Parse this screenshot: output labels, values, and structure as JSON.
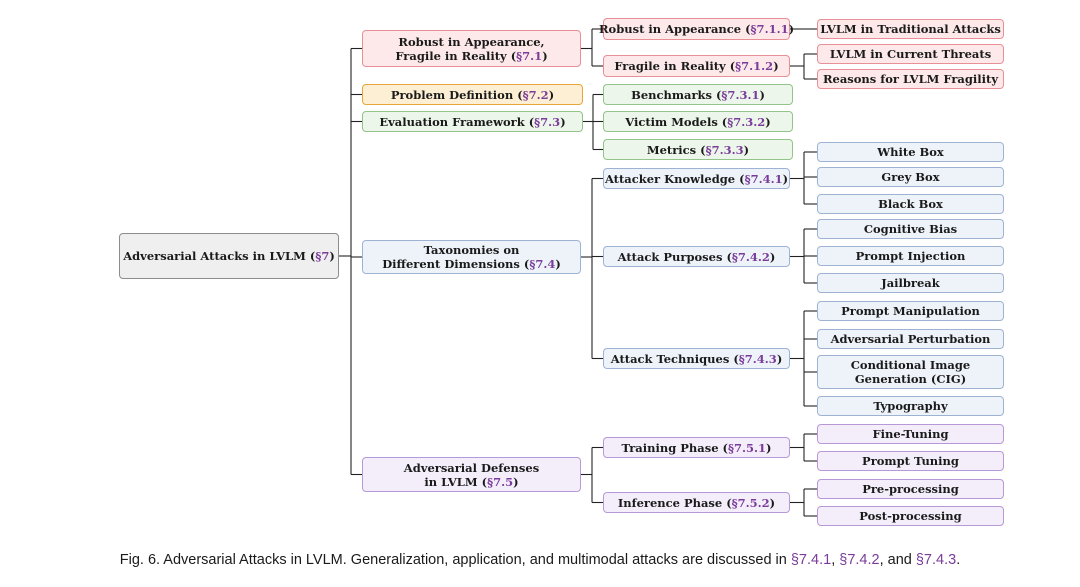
{
  "nodes": [
    {
      "id": "root",
      "parts": [
        [
          "Adversarial Attacks in LVLM (",
          ""
        ],
        [
          "§7",
          "ref"
        ],
        [
          ")",
          ""
        ]
      ],
      "color": "root"
    },
    {
      "id": "n71",
      "lines": [
        [
          [
            "Robust in Appearance,",
            ""
          ]
        ],
        [
          [
            "Fragile in Reality (",
            ""
          ],
          [
            "§7.1",
            "ref"
          ],
          [
            ")",
            ""
          ]
        ]
      ],
      "color": "red"
    },
    {
      "id": "n711",
      "parts": [
        [
          "Robust in Appearance (",
          ""
        ],
        [
          "§7.1.1",
          "ref"
        ],
        [
          ")",
          ""
        ]
      ],
      "color": "red"
    },
    {
      "id": "n711a",
      "parts": [
        [
          "LVLM in Traditional Attacks",
          ""
        ]
      ],
      "color": "red"
    },
    {
      "id": "n712",
      "parts": [
        [
          "Fragile in Reality (",
          ""
        ],
        [
          "§7.1.2",
          "ref"
        ],
        [
          ")",
          ""
        ]
      ],
      "color": "red"
    },
    {
      "id": "n712a",
      "parts": [
        [
          "LVLM in Current Threats",
          ""
        ]
      ],
      "color": "red"
    },
    {
      "id": "n712b",
      "parts": [
        [
          "Reasons for LVLM Fragility",
          ""
        ]
      ],
      "color": "red"
    },
    {
      "id": "n72",
      "parts": [
        [
          "Problem Definition (",
          ""
        ],
        [
          "§7.2",
          "ref"
        ],
        [
          ")",
          ""
        ]
      ],
      "color": "yellow"
    },
    {
      "id": "n73",
      "parts": [
        [
          "Evaluation Framework (",
          ""
        ],
        [
          "§7.3",
          "ref"
        ],
        [
          ")",
          ""
        ]
      ],
      "color": "green"
    },
    {
      "id": "n731",
      "parts": [
        [
          "Benchmarks (",
          ""
        ],
        [
          "§7.3.1",
          "ref"
        ],
        [
          ")",
          ""
        ]
      ],
      "color": "green"
    },
    {
      "id": "n732",
      "parts": [
        [
          "Victim Models (",
          ""
        ],
        [
          "§7.3.2",
          "ref"
        ],
        [
          ")",
          ""
        ]
      ],
      "color": "green"
    },
    {
      "id": "n733",
      "parts": [
        [
          "Metrics (",
          ""
        ],
        [
          "§7.3.3",
          "ref"
        ],
        [
          ")",
          ""
        ]
      ],
      "color": "green"
    },
    {
      "id": "n74",
      "lines": [
        [
          [
            "Taxonomies on",
            ""
          ]
        ],
        [
          [
            "Different Dimensions (",
            ""
          ],
          [
            "§7.4",
            "ref"
          ],
          [
            ")",
            ""
          ]
        ]
      ],
      "color": "blue"
    },
    {
      "id": "n741",
      "parts": [
        [
          "Attacker Knowledge (",
          ""
        ],
        [
          "§7.4.1",
          "ref"
        ],
        [
          ")",
          ""
        ]
      ],
      "color": "blue"
    },
    {
      "id": "n741a",
      "parts": [
        [
          "White Box",
          ""
        ]
      ],
      "color": "blue"
    },
    {
      "id": "n741b",
      "parts": [
        [
          "Grey Box",
          ""
        ]
      ],
      "color": "blue"
    },
    {
      "id": "n741c",
      "parts": [
        [
          "Black Box",
          ""
        ]
      ],
      "color": "blue"
    },
    {
      "id": "n742",
      "parts": [
        [
          "Attack Purposes (",
          ""
        ],
        [
          "§7.4.2",
          "ref"
        ],
        [
          ")",
          ""
        ]
      ],
      "color": "blue"
    },
    {
      "id": "n742a",
      "parts": [
        [
          "Cognitive Bias",
          ""
        ]
      ],
      "color": "blue"
    },
    {
      "id": "n742b",
      "parts": [
        [
          "Prompt Injection",
          ""
        ]
      ],
      "color": "blue"
    },
    {
      "id": "n742c",
      "parts": [
        [
          "Jailbreak",
          ""
        ]
      ],
      "color": "blue"
    },
    {
      "id": "n743",
      "parts": [
        [
          "Attack Techniques (",
          ""
        ],
        [
          "§7.4.3",
          "ref"
        ],
        [
          ")",
          ""
        ]
      ],
      "color": "blue"
    },
    {
      "id": "n743a",
      "parts": [
        [
          "Prompt Manipulation",
          ""
        ]
      ],
      "color": "blue"
    },
    {
      "id": "n743b",
      "parts": [
        [
          "Adversarial Perturbation",
          ""
        ]
      ],
      "color": "blue"
    },
    {
      "id": "n743c",
      "lines": [
        [
          [
            "Conditional Image",
            ""
          ]
        ],
        [
          [
            "Generation (CIG)",
            ""
          ]
        ]
      ],
      "color": "blue"
    },
    {
      "id": "n743d",
      "parts": [
        [
          "Typography",
          ""
        ]
      ],
      "color": "blue"
    },
    {
      "id": "n75",
      "lines": [
        [
          [
            "Adversarial Defenses",
            ""
          ]
        ],
        [
          [
            "in LVLM (",
            ""
          ],
          [
            "§7.5",
            "ref"
          ],
          [
            ")",
            ""
          ]
        ]
      ],
      "color": "purple"
    },
    {
      "id": "n751",
      "parts": [
        [
          "Training Phase (",
          ""
        ],
        [
          "§7.5.1",
          "ref"
        ],
        [
          ")",
          ""
        ]
      ],
      "color": "purple"
    },
    {
      "id": "n751a",
      "parts": [
        [
          "Fine-Tuning",
          ""
        ]
      ],
      "color": "purple"
    },
    {
      "id": "n751b",
      "parts": [
        [
          "Prompt Tuning",
          ""
        ]
      ],
      "color": "purple"
    },
    {
      "id": "n752",
      "parts": [
        [
          "Inference Phase (",
          ""
        ],
        [
          "§7.5.2",
          "ref"
        ],
        [
          ")",
          ""
        ]
      ],
      "color": "purple"
    },
    {
      "id": "n752a",
      "parts": [
        [
          "Pre-processing",
          ""
        ]
      ],
      "color": "purple"
    },
    {
      "id": "n752b",
      "parts": [
        [
          "Post-processing",
          ""
        ]
      ],
      "color": "purple"
    }
  ],
  "edges": [
    [
      "root",
      [
        "n71",
        "n72",
        "n73",
        "n74",
        "n75"
      ]
    ],
    [
      "n71",
      [
        "n711",
        "n712"
      ]
    ],
    [
      "n711",
      [
        "n711a"
      ]
    ],
    [
      "n712",
      [
        "n712a",
        "n712b"
      ]
    ],
    [
      "n73",
      [
        "n731",
        "n732",
        "n733"
      ]
    ],
    [
      "n74",
      [
        "n741",
        "n742",
        "n743"
      ]
    ],
    [
      "n741",
      [
        "n741a",
        "n741b",
        "n741c"
      ]
    ],
    [
      "n742",
      [
        "n742a",
        "n742b",
        "n742c"
      ]
    ],
    [
      "n743",
      [
        "n743a",
        "n743b",
        "n743c",
        "n743d"
      ]
    ],
    [
      "n75",
      [
        "n751",
        "n752"
      ]
    ],
    [
      "n751",
      [
        "n751a",
        "n751b"
      ]
    ],
    [
      "n752",
      [
        "n752a",
        "n752b"
      ]
    ]
  ],
  "caption": {
    "parts": [
      [
        "Fig. 6.  Adversarial Attacks in LVLM. Generalization, application, and multimodal attacks are discussed in ",
        ""
      ],
      [
        "§7.4.1",
        "ref"
      ],
      [
        ", ",
        ""
      ],
      [
        "§7.4.2",
        "ref"
      ],
      [
        ", and ",
        ""
      ],
      [
        "§7.4.3",
        "ref"
      ],
      [
        ".",
        ""
      ]
    ]
  },
  "colors": {
    "root": "#efefef",
    "red": "#fde9ea",
    "yellow": "#fdefd3",
    "green": "#edf6ea",
    "blue": "#eef3fa",
    "purple": "#f4edfa",
    "ref": "#7a3c9a"
  }
}
